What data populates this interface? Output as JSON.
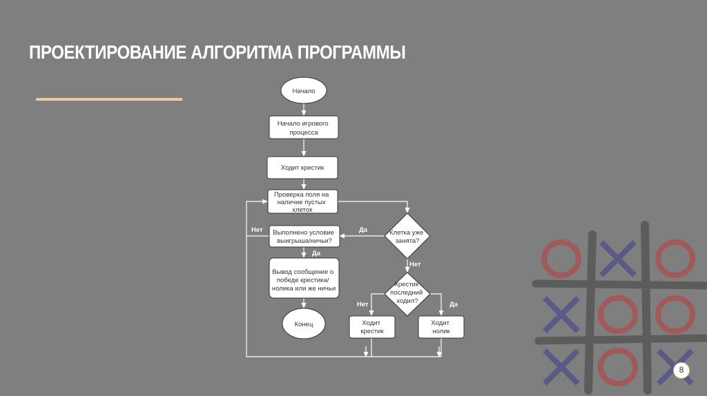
{
  "slide": {
    "title": "ПРОЕКТИРОВАНИЕ АЛГОРИТМА ПРОГРАММЫ",
    "page_number": "8"
  },
  "flowchart": {
    "nodes": {
      "start": [
        "Начало"
      ],
      "game_start": [
        "Начало игрового",
        "процесса"
      ],
      "cross_move": [
        "Ходит крестик"
      ],
      "check_field": [
        "Проверка поля на",
        "наличие пустых",
        "клеток"
      ],
      "win_check": [
        "Выполнено условие",
        "выигрыша/ничьи?"
      ],
      "cell_taken": [
        "Клетка уже",
        "занята?"
      ],
      "output_result": [
        "Вывод сообщение о",
        "победе крестика/",
        "нолика или же ничьи"
      ],
      "last_move": [
        "Крестик",
        "последний",
        "ходил?"
      ],
      "end": [
        "Конец"
      ],
      "move_cross": [
        "Ходит",
        "крестик"
      ],
      "move_zero": [
        "Ходит",
        "нолик"
      ]
    },
    "edge_labels": {
      "win_no": "Нет",
      "win_yes": "Да",
      "taken_yes": "Да",
      "taken_no": "Нет",
      "last_no": "Нет",
      "last_yes": "Да"
    }
  },
  "decoration": {
    "grid_color": "#5c5c5c",
    "x_color": "#5a5a86",
    "o_color": "#a05a5a",
    "cells": [
      [
        "O",
        "X",
        "O"
      ],
      [
        "X",
        "O",
        "O"
      ],
      [
        "X",
        "O",
        "X"
      ]
    ]
  }
}
